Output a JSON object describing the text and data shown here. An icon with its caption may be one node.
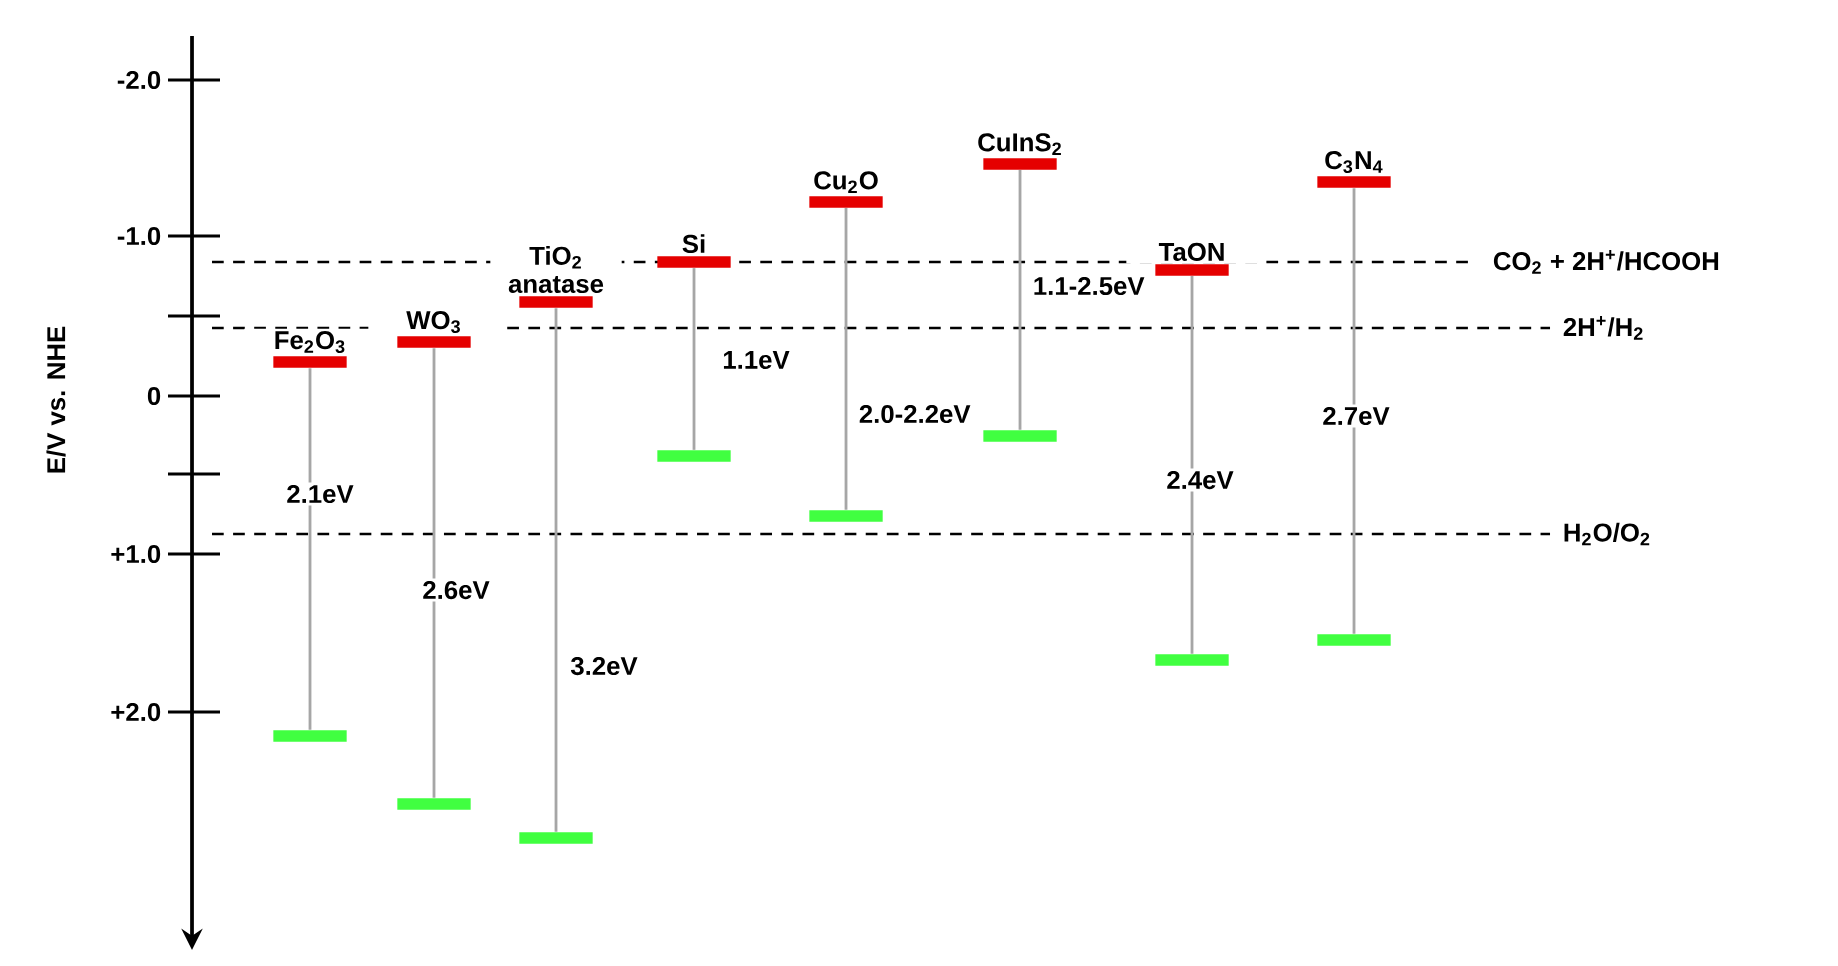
{
  "diagram": {
    "nodes": [
      {
        "text": [
          "Fe$_{2}$O$_{3}$"
        ]
      },
      {
        "text": [],
        "shape": "bar"
      },
      {
        "text": [
          "WO$_{3}$"
        ]
      },
      {
        "text": [],
        "shape": "bar"
      },
      {
        "text": [
          "TiO$_{2}$ anatase"
        ]
      },
      {
        "text": [],
        "shape": "bar"
      },
      {
        "text": [
          "Si"
        ]
      },
      {
        "text": [],
        "shape": "bar"
      },
      {
        "text": [
          "Cu$_{2}$O"
        ]
      },
      {
        "text": [],
        "shape": "bar"
      },
      {
        "text": [
          "CuInS$_{2}$"
        ]
      },
      {
        "text": [],
        "shape": "bar"
      },
      {
        "text": [
          "TaON"
        ]
      },
      {
        "text": [],
        "shape": "bar"
      },
      {
        "text": [
          "C$_{3}$N$_{4}$"
        ]
      },
      {
        "text": [],
        "shape": "bar"
      }
    ],
    "edges": [
      {
        "from": 0,
        "to": 1,
        "arrow": "none",
        "label": "2.1eV"
      },
      {
        "from": 2,
        "to": 3,
        "arrow": "none",
        "label": "2.6eV"
      },
      {
        "from": 4,
        "to": 5,
        "arrow": "none",
        "label": "3.2eV"
      },
      {
        "from": 6,
        "to": 7,
        "arrow": "none",
        "label": "1.1eV"
      },
      {
        "from": 8,
        "to": 9,
        "arrow": "none",
        "label": "2.0-2.2eV"
      },
      {
        "from": 10,
        "to": 11,
        "arrow": "none",
        "label": "1.1-2.5eV"
      },
      {
        "from": 12,
        "to": 13,
        "arrow": "none",
        "label": "2.4eV"
      },
      {
        "from": 14,
        "to": 15,
        "arrow": "none",
        "label": "2.7eV"
      }
    ],
    "labels": [
      "-2.0",
      "-1.0",
      "0",
      "+1.0",
      "+2.0",
      "E/V vs. NHE",
      "CO$_{2}$ + 2H$^{+}$/HCOOH",
      "2H$^{+}$/H$_{2}$",
      "H$_{2}$O/O$_{2}$"
    ]
  }
}
